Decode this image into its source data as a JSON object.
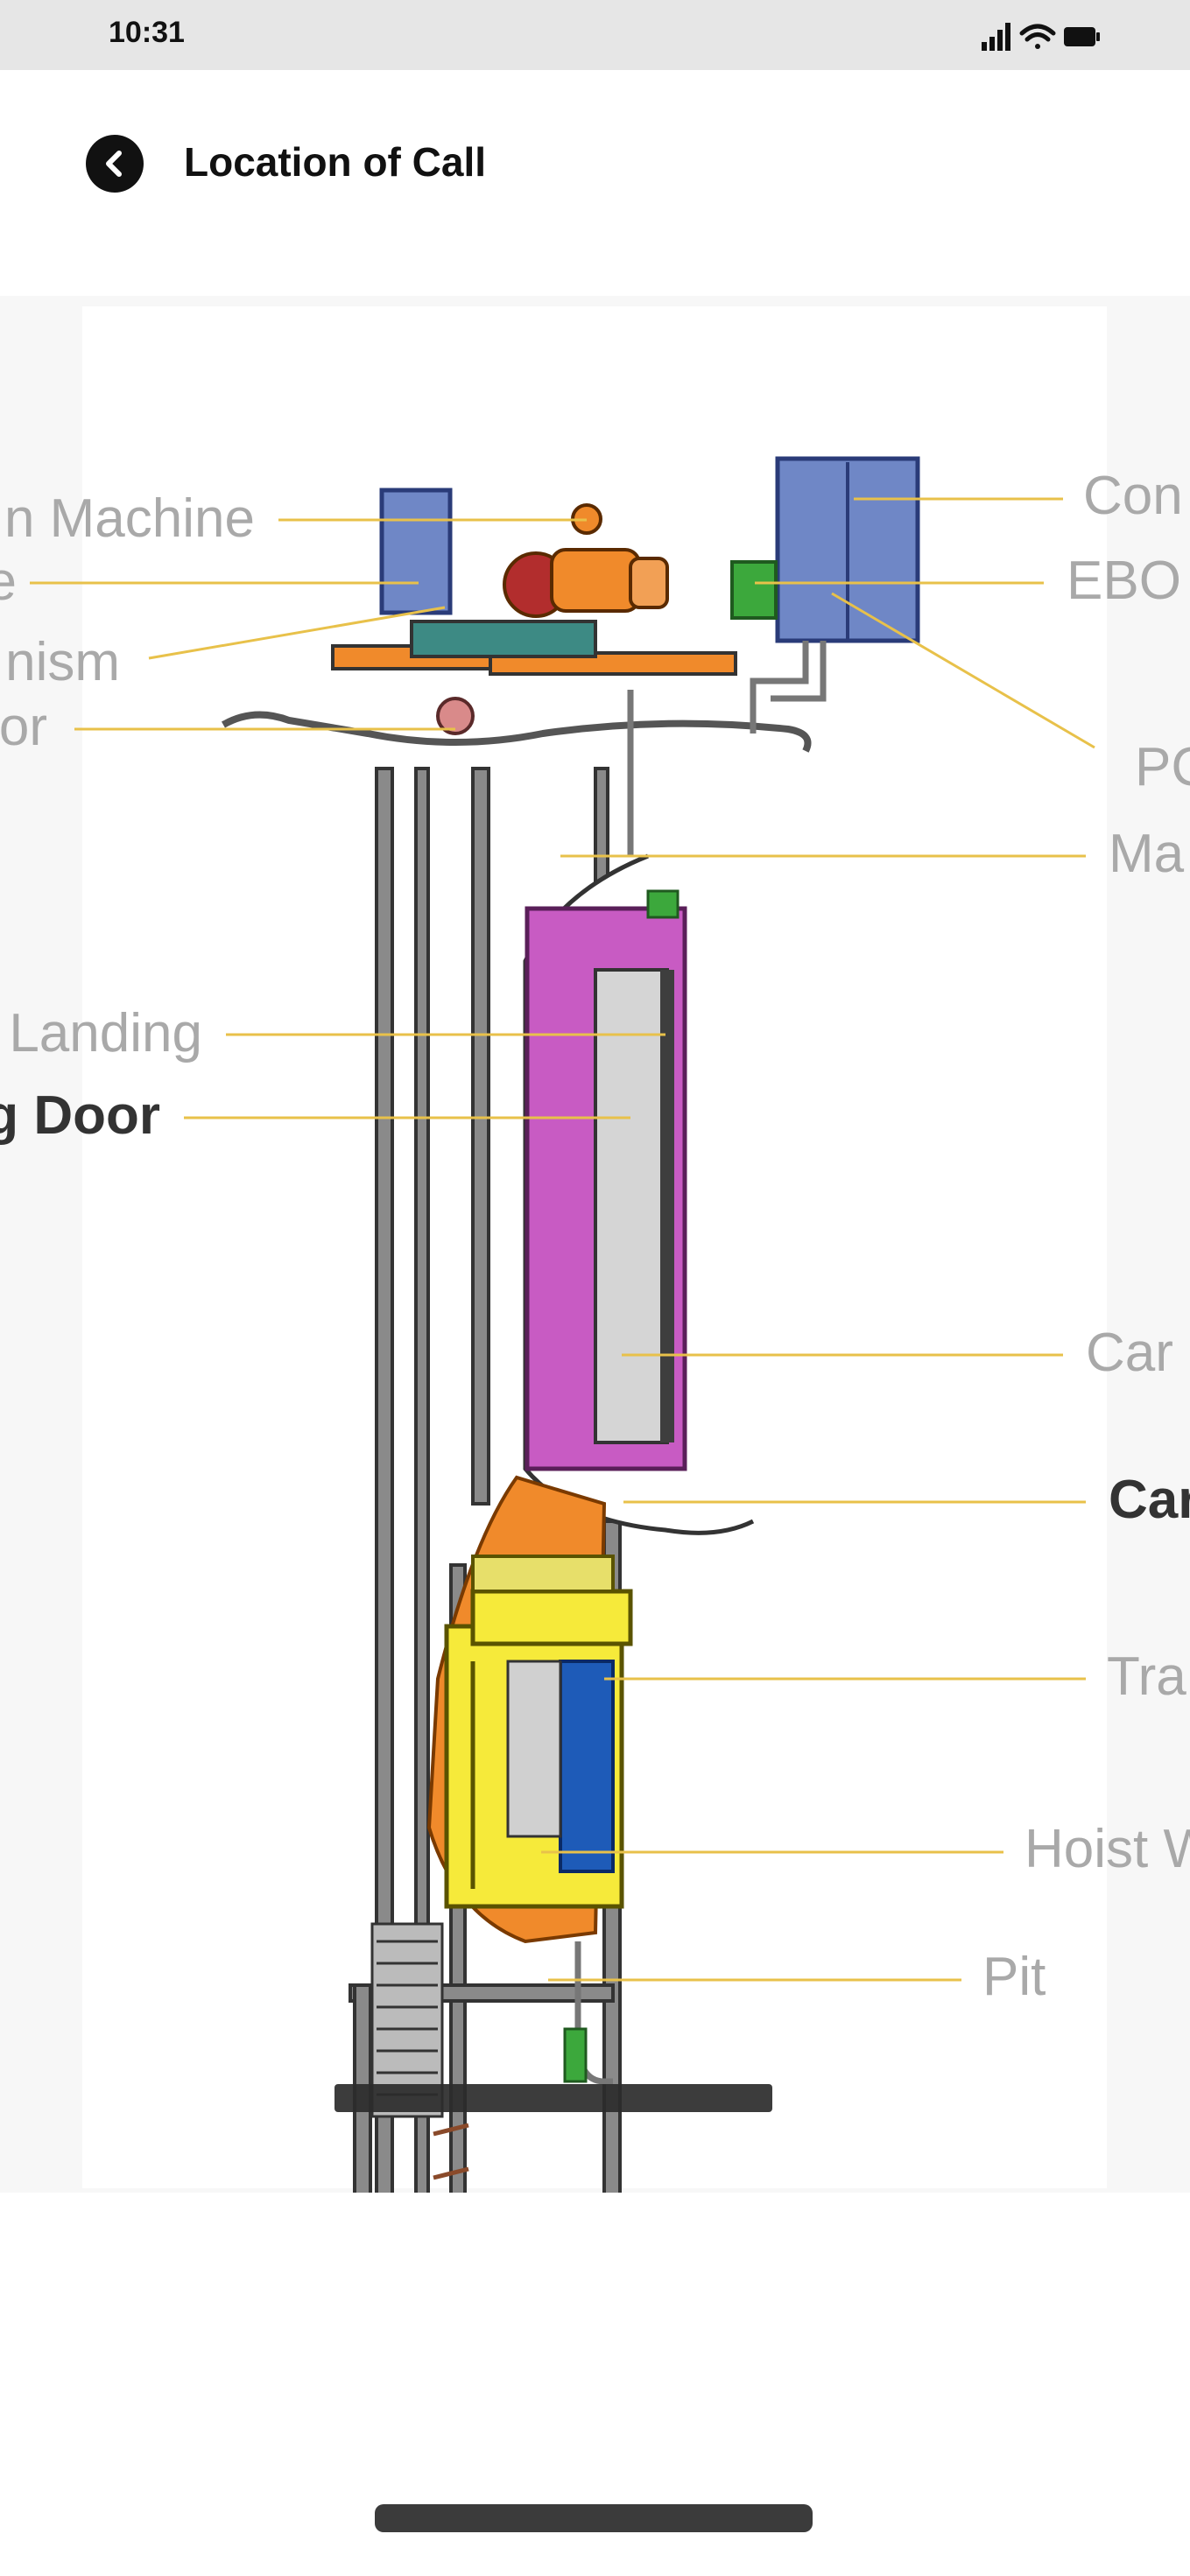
{
  "status_bar": {
    "time": "10:31",
    "icons": [
      "cellular-signal-icon",
      "wifi-icon",
      "battery-icon"
    ]
  },
  "header": {
    "back_icon": "chevron-left-icon",
    "title": "Location of Call"
  },
  "diagram": {
    "labels_left": {
      "machine": "n Machine",
      "cabinet_partial": "e",
      "mechanism": "nism",
      "motor_partial": "or",
      "landing": "Landing",
      "landing_door": "g Door"
    },
    "labels_right": {
      "controller": "Con",
      "ebo": "EBO",
      "pc": "PC",
      "main": "Ma",
      "car_top": "Car",
      "car": "Car",
      "travel": "Tra",
      "hoistway": "Hoist W",
      "pit": "Pit"
    },
    "colors": {
      "leader_line": "#e8c14a",
      "label_grey": "#a9a9a9",
      "label_dark": "#333333",
      "cabinet_blue": "#6f87c6",
      "machine_orange": "#f08a2b",
      "door_magenta": "#c85bc3",
      "car_yellow": "#f6ea3a",
      "car_blue": "#1e5bb8",
      "frame_grey": "#8a8a8a",
      "ebo_green": "#3ca83c"
    }
  }
}
